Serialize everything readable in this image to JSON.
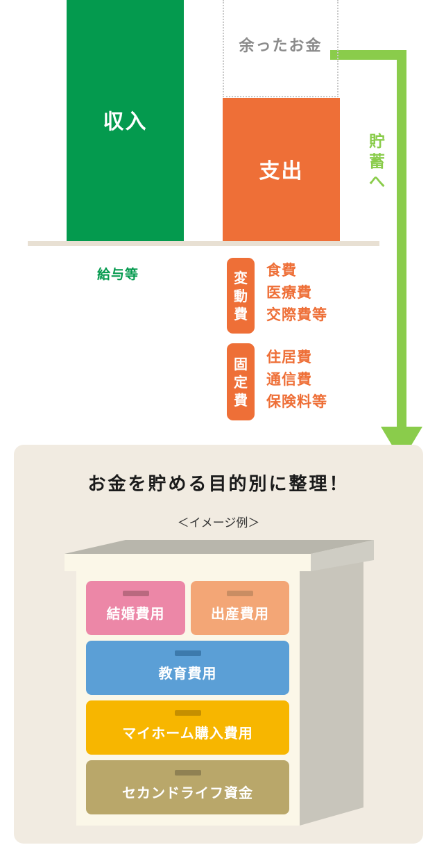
{
  "top_chart": {
    "income_label": "収入",
    "remaining_label": "余ったお金",
    "expense_label": "支出",
    "income_source_label": "給与等",
    "savings_arrow_label": [
      "貯",
      "蓄",
      "へ"
    ]
  },
  "expense_breakdown": {
    "variable": {
      "category": [
        "変",
        "動",
        "費"
      ],
      "items": [
        "食費",
        "医療費",
        "交際費等"
      ]
    },
    "fixed": {
      "category": [
        "固",
        "定",
        "費"
      ],
      "items": [
        "住居費",
        "通信費",
        "保険料等"
      ]
    }
  },
  "panel": {
    "title": "お金を貯める目的別に整理！",
    "subtitle": "＜イメージ例＞"
  },
  "drawers": {
    "marriage": "結婚費用",
    "birth": "出産費用",
    "education": "教育費用",
    "home": "マイホーム購入費用",
    "second_life": "セカンドライフ資金"
  },
  "colors": {
    "income": "#049a4e",
    "expense": "#ee6f37",
    "savings_arrow": "#8acc4b",
    "panel_bg": "#f1ebe1"
  }
}
